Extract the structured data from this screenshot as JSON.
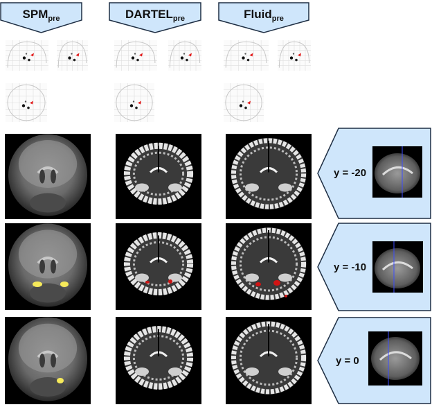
{
  "columns": [
    {
      "base": "SPM",
      "sub": "pre"
    },
    {
      "base": "DARTEL",
      "sub": "pre"
    },
    {
      "base": "Fluid",
      "sub": "pre"
    }
  ],
  "slices": [
    {
      "label": "y = -20"
    },
    {
      "label": "y = -10"
    },
    {
      "label": "y = 0"
    }
  ],
  "colors": {
    "header_fill": "#cfe6fb",
    "header_stroke": "#1f2f44",
    "slice_indicator": "#3b4cff",
    "spm_blob": "#f6ea5a",
    "nonlinear_blob": "#d11414",
    "glass_marker": "#e21a1a"
  }
}
